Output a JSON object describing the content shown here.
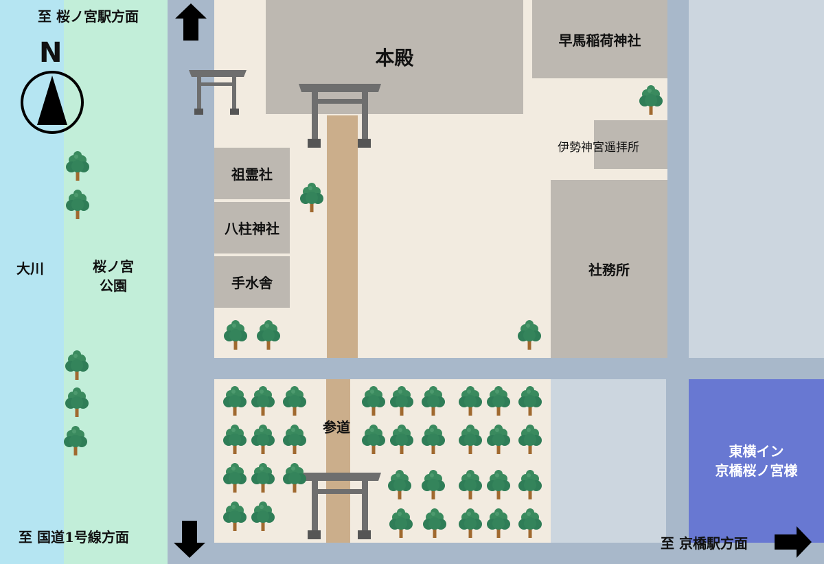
{
  "map": {
    "colors": {
      "river": "#b5e5f2",
      "park": "#c2eed9",
      "road": "#a8b8ca",
      "shrine_ground": "#f2ebe0",
      "building": "#bdb8b1",
      "empty_lot": "#ccd6df",
      "hotel": "#6878d2",
      "approach_path": "#cbae8b",
      "torii": "#6e6e6e",
      "tree_foliage": "#3a8a5e",
      "tree_trunk": "#a0692f"
    },
    "compass": {
      "label": "N",
      "icon": "north-arrow-compass"
    },
    "areas": {
      "river": "大川",
      "park_line1": "桜ノ宮",
      "park_line2": "公園"
    },
    "buildings": {
      "honden": "本殿",
      "hayama_inari": "早馬稲荷神社",
      "ise_yohaisho": "伊勢神宮遥拝所",
      "sorei_sha": "祖霊社",
      "hashira_jinja": "八柱神社",
      "temizuya": "手水舎",
      "shamusho": "社務所"
    },
    "approach": "参道",
    "hotel": {
      "line1": "東横イン",
      "line2": "京橋桜ノ宮様"
    },
    "directions": {
      "north": "至 桜ノ宮駅方面",
      "south": "至 国道1号線方面",
      "east": "至 京橋駅方面"
    }
  }
}
